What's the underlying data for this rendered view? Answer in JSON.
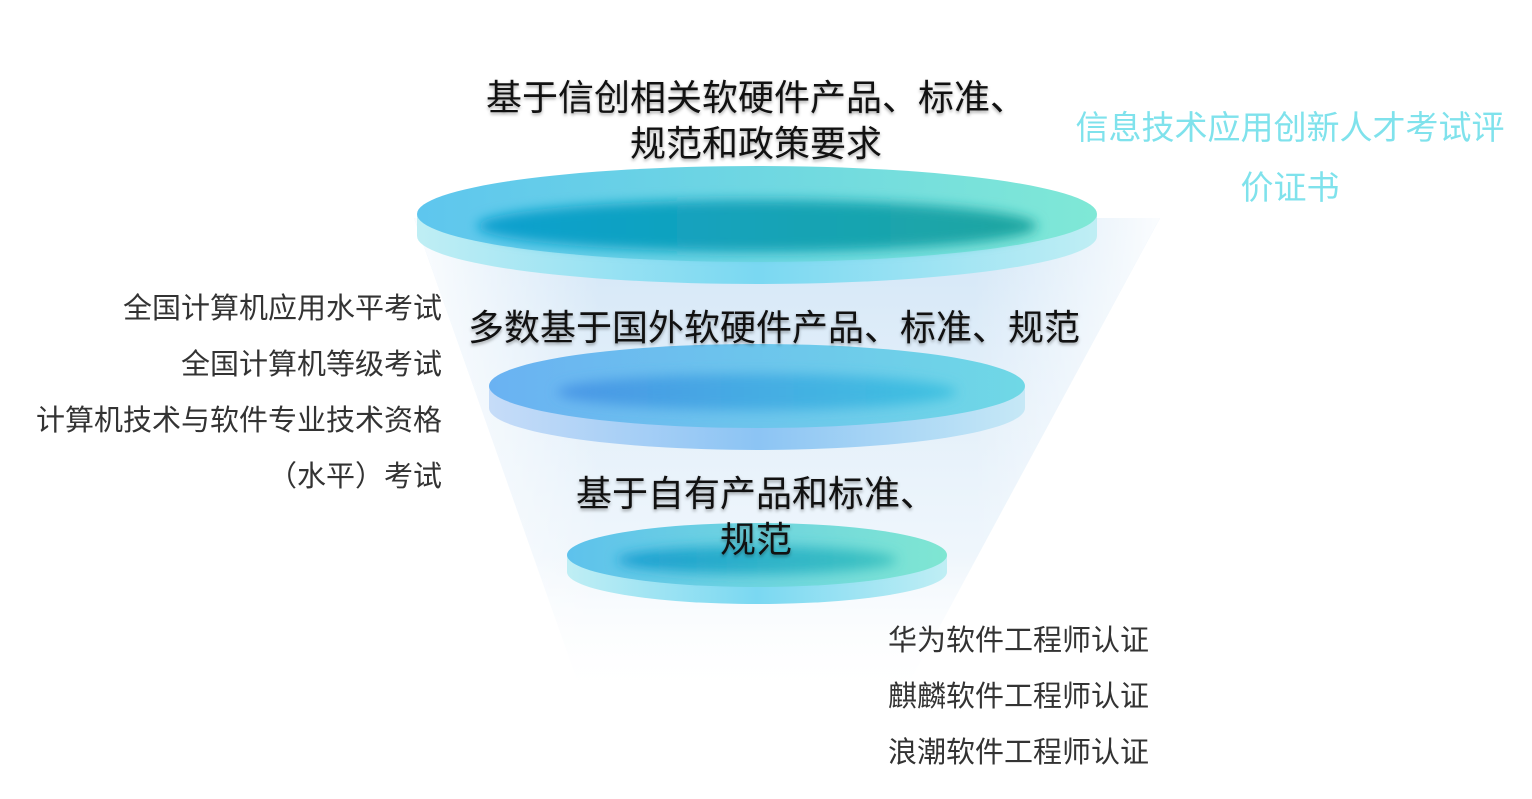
{
  "funnel": {
    "tiers": [
      {
        "lines": [
          "基于信创相关软硬件产品、标准、",
          "规范和政策要求"
        ],
        "color_outer_start": "#5ec6ee",
        "color_outer_end": "#7fe8d6",
        "color_inner_start": "#0aa0d0",
        "color_inner_end": "#1fa6a0"
      },
      {
        "lines": [
          "多数基于国外软硬件产品、标准、规范"
        ],
        "color_outer_start": "#6ab2f2",
        "color_outer_end": "#6fd8e6",
        "color_inner_start": "#4a96e6",
        "color_inner_end": "#3fc2e0"
      },
      {
        "lines": [
          "基于自有产品和标准、",
          "规范"
        ],
        "color_outer_start": "#5ec2ec",
        "color_outer_end": "#7fe6d2",
        "color_inner_start": "#1a9ed2",
        "color_inner_end": "#3fc4c0"
      }
    ],
    "cone_color": "#cfe4f6"
  },
  "cert_title": {
    "lines": [
      "信息技术应用创新人才考试评",
      "价证书"
    ],
    "color": "#7fe2ec"
  },
  "left_list": [
    "全国计算机应用水平考试",
    "全国计算机等级考试",
    "计算机技术与软件专业技术资格",
    "（水平）考试"
  ],
  "right_list": [
    "华为软件工程师认证",
    "麒麟软件工程师认证",
    "浪潮软件工程师认证"
  ]
}
